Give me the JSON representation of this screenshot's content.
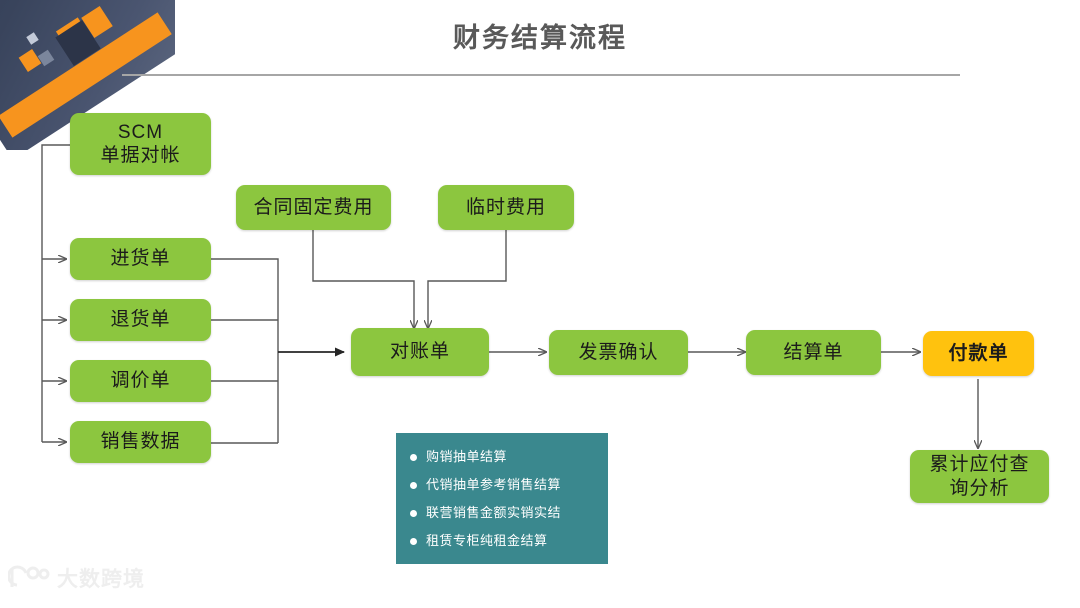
{
  "header": {
    "title": "财务结算流程"
  },
  "nodes": {
    "scm": {
      "label": "SCM\n单据对帐",
      "color": "#8CC63F"
    },
    "purchase": {
      "label": "进货单",
      "color": "#8CC63F"
    },
    "return": {
      "label": "退货单",
      "color": "#8CC63F"
    },
    "price_adj": {
      "label": "调价单",
      "color": "#8CC63F"
    },
    "sales_data": {
      "label": "销售数据",
      "color": "#8CC63F"
    },
    "fixed_fee": {
      "label": "合同固定费用",
      "color": "#8CC63F"
    },
    "temp_fee": {
      "label": "临时费用",
      "color": "#8CC63F"
    },
    "statement": {
      "label": "对账单",
      "color": "#8CC63F"
    },
    "invoice": {
      "label": "发票确认",
      "color": "#8CC63F"
    },
    "settlement": {
      "label": "结算单",
      "color": "#8CC63F"
    },
    "payment": {
      "label": "付款单",
      "color": "#FFC20E"
    },
    "payable": {
      "label": "累计应付查\n询分析",
      "color": "#8CC63F"
    }
  },
  "info_panel": {
    "background": "#3A888E",
    "items": [
      "购销抽单结算",
      "代销抽单参考销售结算",
      "联营销售金额实销实结",
      "租赁专柜纯租金结算"
    ]
  },
  "watermark": {
    "text": "大数跨境"
  },
  "theme": {
    "green": "#8CC63F",
    "orange": "#FFC20E",
    "teal": "#3A888E",
    "navy": "#2f3a52",
    "connector": "#595959",
    "title_color": "#595959"
  }
}
